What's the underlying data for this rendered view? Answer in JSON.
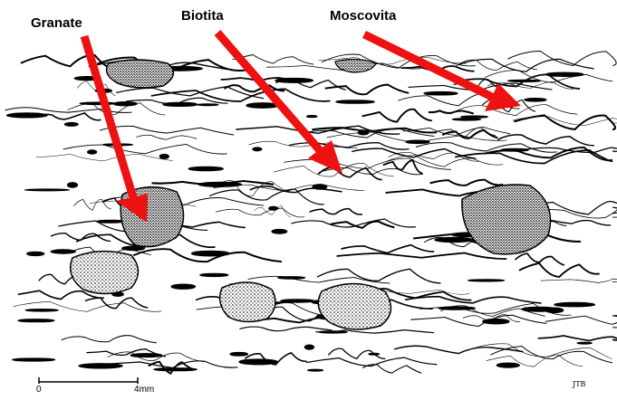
{
  "labels": {
    "granate": "Granate",
    "biotita": "Biotita",
    "moscovita": "Moscovita"
  },
  "scale_bar": {
    "start": "0",
    "end": "4",
    "unit": "mm"
  },
  "signature": "JTB",
  "colors": {
    "arrow": "#ee1111",
    "ink": "#000000",
    "paper": "#ffffff"
  }
}
